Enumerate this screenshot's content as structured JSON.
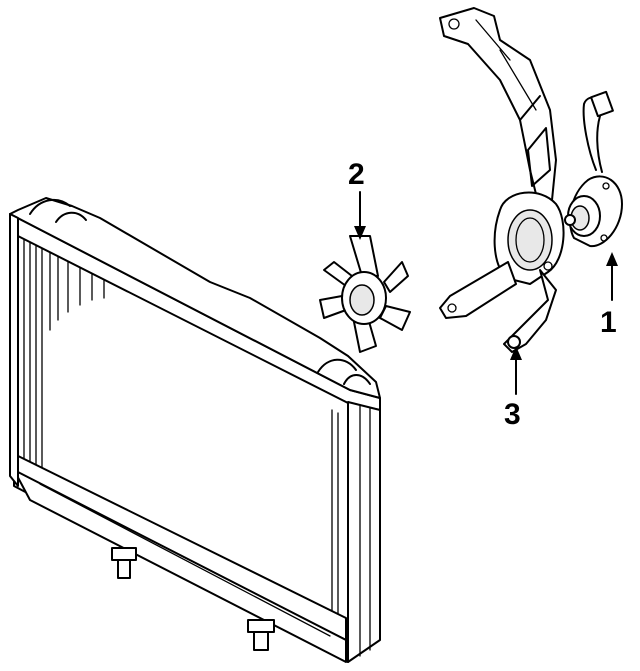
{
  "callouts": [
    {
      "id": "motor",
      "label": "1"
    },
    {
      "id": "fan",
      "label": "2"
    },
    {
      "id": "shroud",
      "label": "3"
    }
  ],
  "colors": {
    "line": "#000000",
    "background": "#ffffff"
  }
}
